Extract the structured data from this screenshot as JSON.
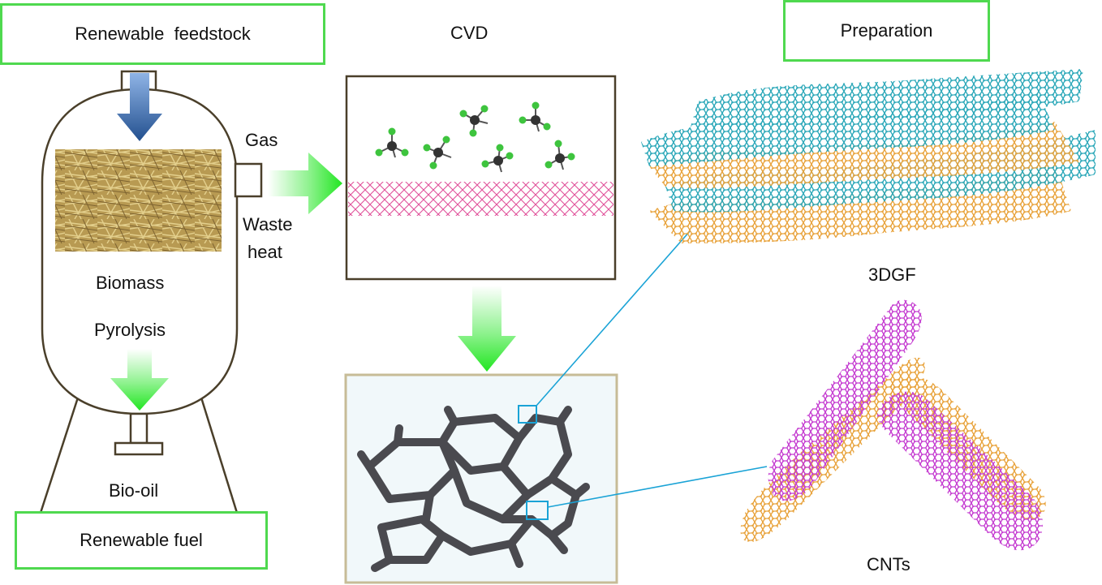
{
  "left": {
    "feedstock_box": "Renewable  feedstock",
    "biomass": "Biomass",
    "pyrolysis": "Pyrolysis",
    "bio_oil": "Bio-oil",
    "fuel_box": "Renewable fuel",
    "gas": "Gas",
    "waste_heat_line1": "Waste",
    "waste_heat_line2": "heat"
  },
  "middle": {
    "cvd": "CVD"
  },
  "right": {
    "preparation_box": "Preparation",
    "graphene_label": "3DGF",
    "nanotube_label": "CNTs"
  },
  "colors": {
    "box_border": "#4fd94f",
    "arrow_green": "#2ee82e",
    "arrow_blue": "#2a5ca8",
    "vessel_outline": "#4a3f2a",
    "graphene_teal": "#2aa7b8",
    "graphene_orange": "#e8a23a",
    "nanotube_magenta": "#c43ad0",
    "foam_gray": "#4a4a4f",
    "pointer_line": "#1aa3d6",
    "mesh_pink": "#e0509a"
  }
}
